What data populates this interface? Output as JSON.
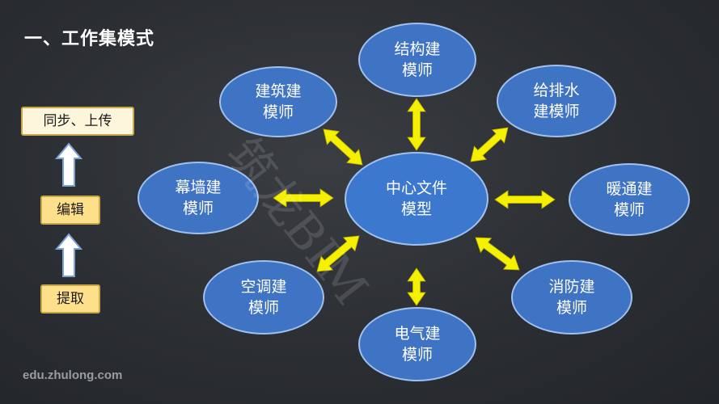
{
  "title": "一、工作集模式",
  "workflow": {
    "sync_upload": "同步、上传",
    "edit": "编辑",
    "extract": "提取"
  },
  "center": {
    "label": "中心文件\n模型"
  },
  "roles": {
    "structure": "结构建\n模师",
    "architecture": "建筑建\n模师",
    "plumbing": "给排水\n建模师",
    "curtain_wall": "幕墙建\n模师",
    "hvac": "暖通建\n模师",
    "air_conditioning": "空调建\n模师",
    "fire_protection": "消防建\n模师",
    "electrical": "电气建\n模师"
  },
  "watermark": "筑龙BIM",
  "site": "edu.zhulong.com",
  "colors": {
    "node_fill": "#3f73c3",
    "node_border": "#9fc1ef",
    "arrow": "#f4f000",
    "box_border": "#c9a84a"
  }
}
